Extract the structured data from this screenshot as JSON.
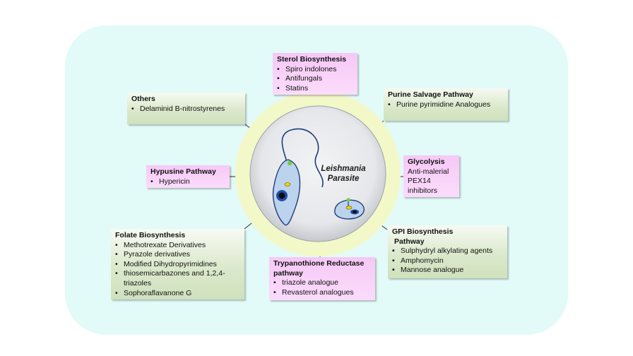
{
  "center": {
    "line1": "Leishmania",
    "line2": "Parasite"
  },
  "boxes": {
    "sterol": {
      "title": "Sterol Biosynthesis",
      "items": [
        "Spiro indolones",
        "Antifungals",
        "Statins"
      ]
    },
    "purine": {
      "title": "Purine Salvage Pathway",
      "items": [
        "Purine pyrimidine Analogues"
      ]
    },
    "others": {
      "title": "Others",
      "items": [
        "Delaminid B-nitrostyrenes"
      ]
    },
    "hypusine": {
      "title": "Hypusine Pathway",
      "items": [
        "Hypericin"
      ]
    },
    "glycolysis": {
      "title": "Glycolysis",
      "items": [
        "Anti-malerial",
        "PEX14",
        "inhibitors"
      ]
    },
    "folate": {
      "title": "Folate Biosynthesis",
      "items": [
        "Methotrexate Derivatives",
        "Pyrazole derivatives",
        "Modified Dihydropyrimidines",
        "thiosemicarbazones and 1,2,4-triazoles",
        "Sophoraflavanone G"
      ]
    },
    "trypanothione": {
      "title_line1": "Trypanothione Reductase",
      "title_line2": "pathway",
      "items": [
        "triazole analogue",
        "Revasterol analogues"
      ]
    },
    "gpi": {
      "title_line1": "GPI Biosynthesis",
      "title_line2": "Pathway",
      "items": [
        "Sulphydryl alkylating agents",
        "Amphomycin",
        "Mannose analogue"
      ]
    }
  },
  "colors": {
    "background_panel": "#e2fbf8",
    "pink_box": "#f9d2f9",
    "green_box": "#d6e6c6",
    "halo": "#f3f8c8",
    "parasite_outline": "#1f3d7a",
    "parasite_fill": "#bcd3ee"
  }
}
